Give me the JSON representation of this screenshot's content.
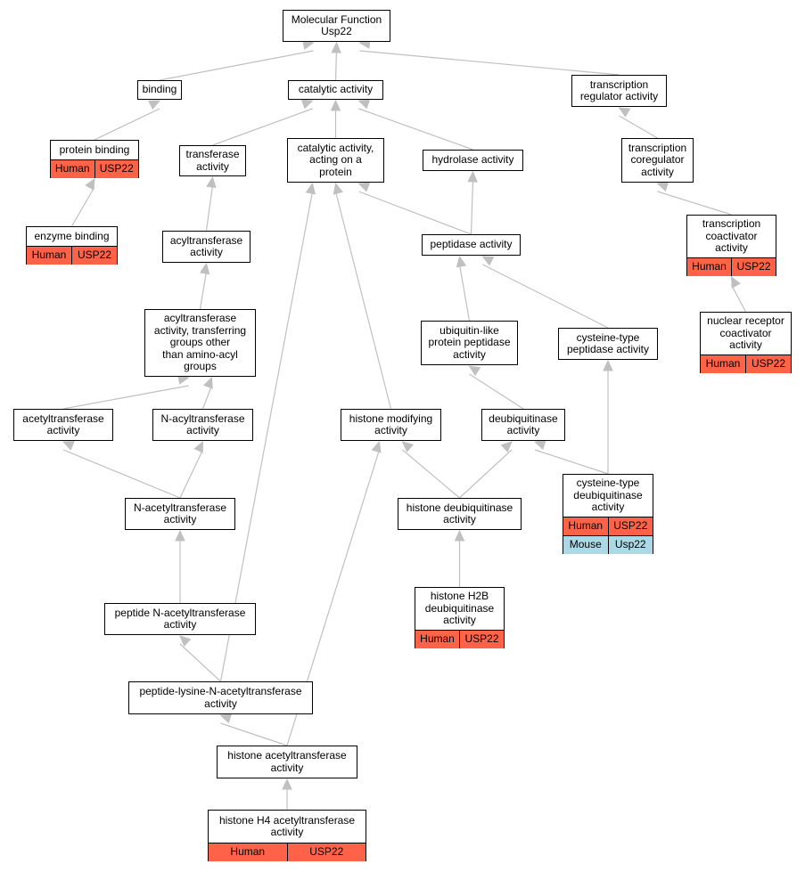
{
  "colors": {
    "edge": "#c0c0c0",
    "human": "#ff6347",
    "mouse": "#add8e6",
    "border": "#000000"
  },
  "nodes": {
    "root": {
      "label": "Molecular Function\nUsp22"
    },
    "binding": {
      "label": "binding"
    },
    "catalytic": {
      "label": "catalytic activity"
    },
    "tx_reg": {
      "label": "transcription\nregulator activity"
    },
    "protein_binding": {
      "label": "protein binding",
      "rows": [
        [
          "Human",
          "USP22"
        ]
      ]
    },
    "transferase": {
      "label": "transferase\nactivity"
    },
    "cat_protein": {
      "label": "catalytic activity,\nacting on a\nprotein"
    },
    "hydrolase": {
      "label": "hydrolase activity"
    },
    "tx_coreg": {
      "label": "transcription\ncoregulator\nactivity"
    },
    "enzyme_binding": {
      "label": "enzyme binding",
      "rows": [
        [
          "Human",
          "USP22"
        ]
      ]
    },
    "acyltransferase": {
      "label": "acyltransferase\nactivity"
    },
    "peptidase": {
      "label": "peptidase activity"
    },
    "tx_coact": {
      "label": "transcription\ncoactivator\nactivity",
      "rows": [
        [
          "Human",
          "USP22"
        ]
      ]
    },
    "nr_coact": {
      "label": "nuclear receptor\ncoactivator\nactivity",
      "rows": [
        [
          "Human",
          "USP22"
        ]
      ]
    },
    "acyl_other": {
      "label": "acyltransferase\nactivity, transferring\ngroups other\nthan amino-acyl\ngroups"
    },
    "ubl_peptidase": {
      "label": "ubiquitin-like\nprotein peptidase\nactivity"
    },
    "cys_peptidase": {
      "label": "cysteine-type\npeptidase activity"
    },
    "acetyltransferase": {
      "label": "acetyltransferase\nactivity"
    },
    "n_acyl": {
      "label": "N-acyltransferase\nactivity"
    },
    "histone_mod": {
      "label": "histone modifying\nactivity"
    },
    "dub": {
      "label": "deubiquitinase\nactivity"
    },
    "cys_dub": {
      "label": "cysteine-type\ndeubiquitinase\nactivity",
      "rows": [
        [
          "Human",
          "USP22"
        ],
        [
          "Mouse",
          "Usp22"
        ]
      ]
    },
    "n_acetyl": {
      "label": "N-acetyltransferase\nactivity"
    },
    "histone_dub": {
      "label": "histone deubiquitinase\nactivity"
    },
    "h2b_dub": {
      "label": "histone H2B\ndeubiquitinase\nactivity",
      "rows": [
        [
          "Human",
          "USP22"
        ]
      ]
    },
    "pep_n_acetyl": {
      "label": "peptide N-acetyltransferase\nactivity"
    },
    "pep_lys": {
      "label": "peptide-lysine-N-acetyltransferase\nactivity"
    },
    "hat": {
      "label": "histone acetyltransferase\nactivity"
    },
    "h4_hat": {
      "label": "histone H4 acetyltransferase\nactivity",
      "rows": [
        [
          "Human",
          "USP22"
        ]
      ]
    }
  },
  "edges": [
    [
      "binding",
      "root"
    ],
    [
      "catalytic",
      "root"
    ],
    [
      "tx_reg",
      "root"
    ],
    [
      "protein_binding",
      "binding"
    ],
    [
      "transferase",
      "catalytic"
    ],
    [
      "cat_protein",
      "catalytic"
    ],
    [
      "hydrolase",
      "catalytic"
    ],
    [
      "tx_coreg",
      "tx_reg"
    ],
    [
      "enzyme_binding",
      "protein_binding"
    ],
    [
      "acyltransferase",
      "transferase"
    ],
    [
      "peptidase",
      "cat_protein"
    ],
    [
      "peptidase",
      "hydrolase"
    ],
    [
      "tx_coact",
      "tx_coreg"
    ],
    [
      "nr_coact",
      "tx_coact"
    ],
    [
      "acyl_other",
      "acyltransferase"
    ],
    [
      "ubl_peptidase",
      "peptidase"
    ],
    [
      "cys_peptidase",
      "peptidase"
    ],
    [
      "acetyltransferase",
      "acyl_other"
    ],
    [
      "n_acyl",
      "acyl_other"
    ],
    [
      "histone_mod",
      "cat_protein"
    ],
    [
      "dub",
      "ubl_peptidase"
    ],
    [
      "cys_dub",
      "dub"
    ],
    [
      "cys_dub",
      "cys_peptidase"
    ],
    [
      "n_acetyl",
      "acetyltransferase"
    ],
    [
      "n_acetyl",
      "n_acyl"
    ],
    [
      "histone_dub",
      "histone_mod"
    ],
    [
      "histone_dub",
      "dub"
    ],
    [
      "h2b_dub",
      "histone_dub"
    ],
    [
      "pep_n_acetyl",
      "n_acetyl"
    ],
    [
      "pep_lys",
      "pep_n_acetyl"
    ],
    [
      "pep_lys",
      "cat_protein"
    ],
    [
      "hat",
      "pep_lys"
    ],
    [
      "hat",
      "histone_mod"
    ],
    [
      "h4_hat",
      "hat"
    ]
  ]
}
